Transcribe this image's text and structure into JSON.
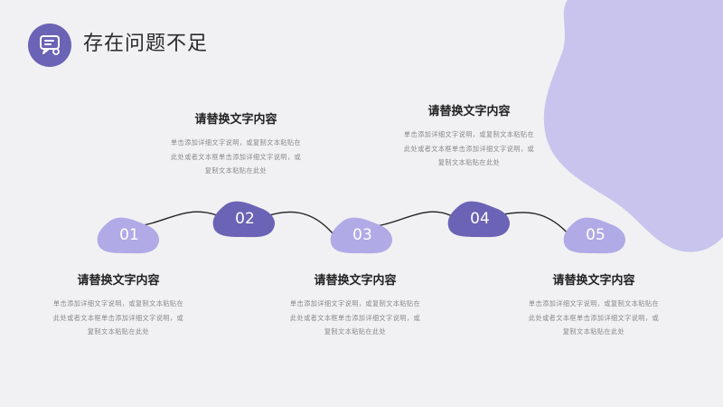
{
  "header": {
    "title": "存在问题不足",
    "icon": "screen-chat-icon"
  },
  "colors": {
    "background": "#f1f1f3",
    "accent_dark": "#6b63b5",
    "accent_light": "#b0aae6",
    "blob": "#c8c4ee",
    "title_text": "#222222",
    "body_text": "#8a8a8a"
  },
  "timeline": {
    "steps": [
      {
        "num": "01",
        "style": "light",
        "title": "请替换文字内容",
        "body": "单击添加详细文字说明，或复制文本粘贴在此处或者文本框单击添加详细文字说明，或复制文本粘贴在此处"
      },
      {
        "num": "02",
        "style": "dark",
        "title": "请替换文字内容",
        "body": "单击添加详细文字说明，或复制文本粘贴在此处或者文本框单击添加详细文字说明，或复制文本粘贴在此处"
      },
      {
        "num": "03",
        "style": "light",
        "title": "请替换文字内容",
        "body": "单击添加详细文字说明，或复制文本粘贴在此处或者文本框单击添加详细文字说明，或复制文本粘贴在此处"
      },
      {
        "num": "04",
        "style": "dark",
        "title": "请替换文字内容",
        "body": "单击添加详细文字说明，或复制文本粘贴在此处或者文本框单击添加详细文字说明，或复制文本粘贴在此处"
      },
      {
        "num": "05",
        "style": "light",
        "title": "请替换文字内容",
        "body": "单击添加详细文字说明，或复制文本粘贴在此处或者文本框单击添加详细文字说明，或复制文本粘贴在此处"
      }
    ]
  }
}
